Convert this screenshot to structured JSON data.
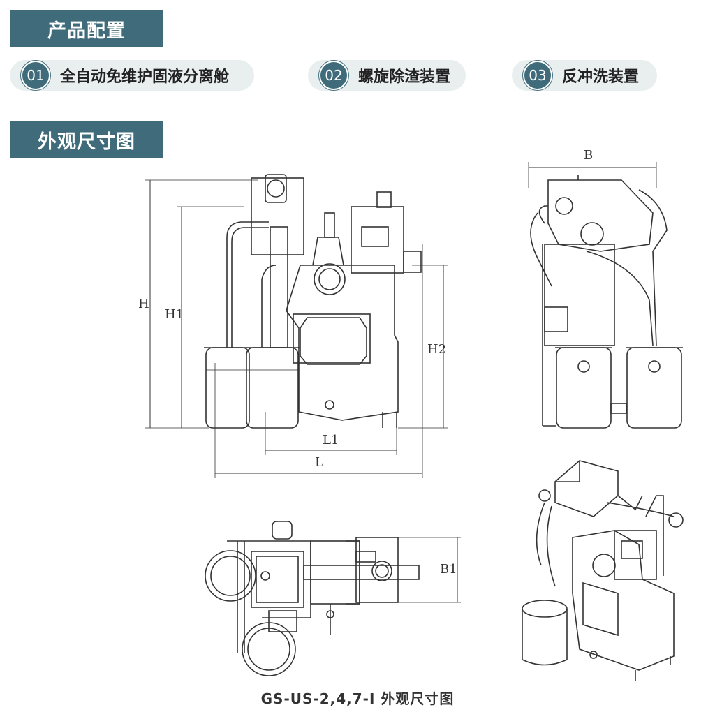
{
  "headers": {
    "config": "产品配置",
    "dimensions": "外观尺寸图"
  },
  "config_items": [
    {
      "num": "01",
      "label": "全自动免维护固液分离舱"
    },
    {
      "num": "02",
      "label": "螺旋除渣装置"
    },
    {
      "num": "03",
      "label": "反冲洗装置"
    }
  ],
  "dimension_labels": {
    "H": "H",
    "H1": "H1",
    "H2": "H2",
    "L": "L",
    "L1": "L1",
    "B": "B",
    "B1": "B1"
  },
  "caption": "GS-US-2,4,7-I 外观尺寸图",
  "colors": {
    "accent": "#3f6b7a",
    "pill_bg": "#e9eeef",
    "line": "#333333"
  }
}
